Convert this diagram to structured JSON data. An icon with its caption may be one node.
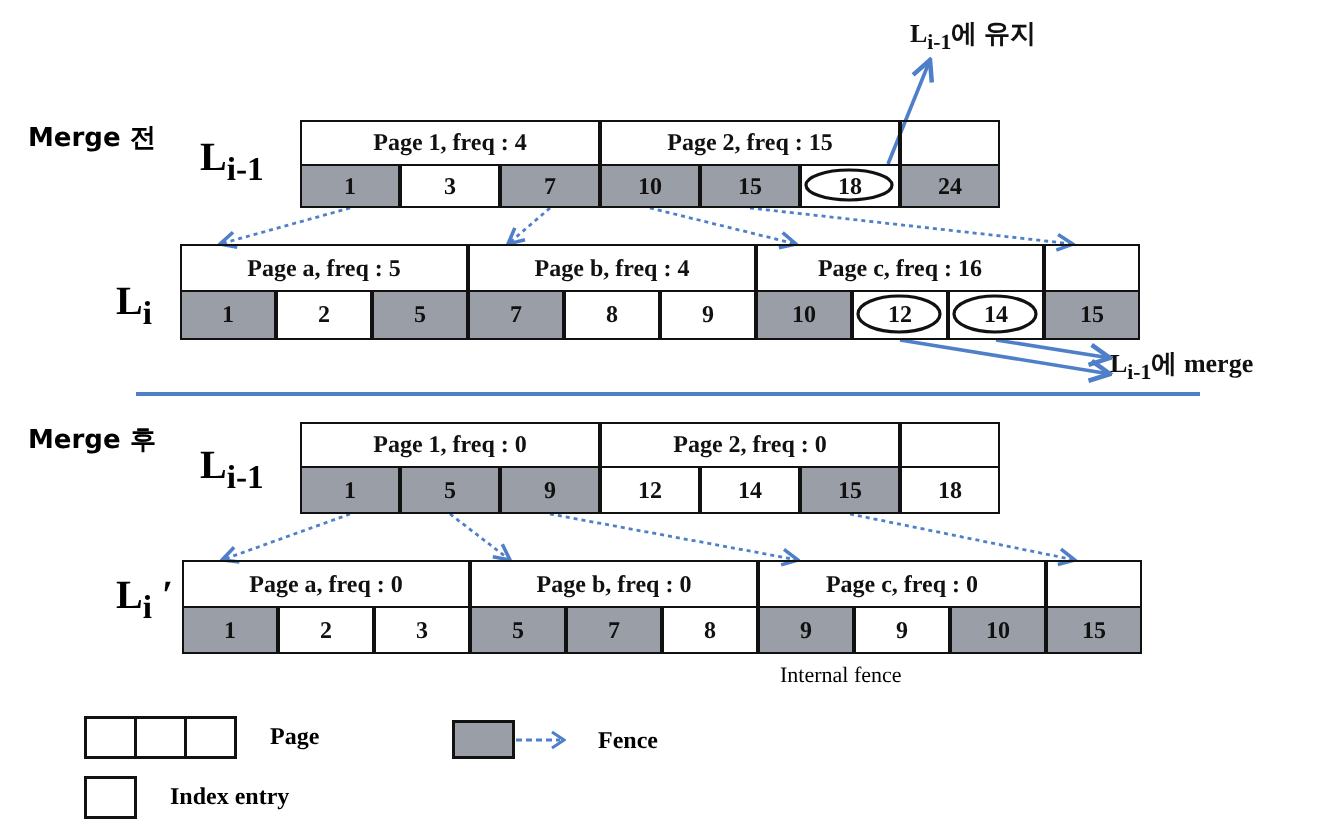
{
  "diagram": {
    "nodes": [
      {
        "text": [
          "L$_{i-1}$에 유지"
        ]
      },
      {
        "text": [
          "Page 1, freq : 4"
        ]
      },
      {
        "text": [
          "Page 2, freq : 15"
        ]
      },
      {
        "text": [],
        "shape": "box"
      },
      {
        "text": [
          "1"
        ]
      },
      {
        "text": [
          "3"
        ]
      },
      {
        "text": [
          "7"
        ]
      },
      {
        "text": [
          "10"
        ]
      },
      {
        "text": [
          "15"
        ]
      },
      {
        "text": [
          "18"
        ]
      },
      {
        "text": [
          "24"
        ]
      },
      {
        "text": [
          "Page a, freq : 5"
        ]
      },
      {
        "text": [
          "Page b, freq : 4"
        ]
      },
      {
        "text": [
          "Page c, freq : 16"
        ]
      },
      {
        "text": [],
        "shape": "box"
      },
      {
        "text": [
          "1"
        ]
      },
      {
        "text": [
          "2"
        ]
      },
      {
        "text": [
          "5"
        ]
      },
      {
        "text": [
          "7"
        ]
      },
      {
        "text": [
          "8"
        ]
      },
      {
        "text": [
          "9"
        ]
      },
      {
        "text": [
          "10"
        ]
      },
      {
        "text": [
          "12"
        ]
      },
      {
        "text": [
          "14"
        ]
      },
      {
        "text": [
          "15"
        ]
      },
      {
        "text": [
          "L$_{i-1}$에 merge"
        ]
      },
      {
        "text": [
          "Page 1, freq : 0"
        ]
      },
      {
        "text": [
          "Page 2, freq : 0"
        ]
      },
      {
        "text": [],
        "shape": "box"
      },
      {
        "text": [
          "1"
        ]
      },
      {
        "text": [
          "5"
        ]
      },
      {
        "text": [
          "9"
        ]
      },
      {
        "text": [
          "12"
        ]
      },
      {
        "text": [
          "14"
        ]
      },
      {
        "text": [
          "15"
        ]
      },
      {
        "text": [
          "18"
        ]
      },
      {
        "text": [
          "Page a, freq : 0"
        ]
      },
      {
        "text": [
          "Page b, freq : 0"
        ]
      },
      {
        "text": [
          "Page c, freq : 0"
        ]
      },
      {
        "text": [],
        "shape": "box"
      },
      {
        "text": [
          "1"
        ]
      },
      {
        "text": [
          "2"
        ]
      },
      {
        "text": [
          "3"
        ]
      },
      {
        "text": [
          "5"
        ]
      },
      {
        "text": [
          "7"
        ]
      },
      {
        "text": [
          "8"
        ]
      },
      {
        "text": [
          "9"
        ]
      },
      {
        "text": [
          "9"
        ]
      },
      {
        "text": [
          "10"
        ]
      },
      {
        "text": [
          "15"
        ]
      }
    ],
    "edges": [
      {
        "from": 9,
        "to": 0,
        "arrow": "to"
      },
      {
        "from": 4,
        "to": 11,
        "arrow": "to",
        "style": "dashed"
      },
      {
        "from": 6,
        "to": 12,
        "arrow": "to",
        "style": "dashed"
      },
      {
        "from": 7,
        "to": 13,
        "arrow": "to",
        "style": "dashed"
      },
      {
        "from": 8,
        "to": 14,
        "arrow": "to",
        "style": "dashed"
      },
      {
        "from": 22,
        "to": 25,
        "arrow": "to"
      },
      {
        "from": 23,
        "to": 25,
        "arrow": "to"
      },
      {
        "from": 29,
        "to": 36,
        "arrow": "to",
        "style": "dashed"
      },
      {
        "from": 30,
        "to": 37,
        "arrow": "to",
        "style": "dashed"
      },
      {
        "from": 31,
        "to": 38,
        "arrow": "to",
        "style": "dashed"
      },
      {
        "from": 34,
        "to": 39,
        "arrow": "to",
        "style": "dashed"
      }
    ],
    "labels": [
      "Merge 전",
      "L$_{i-1}$",
      "L$_{i}$",
      "Merge 후",
      "L$_{i-1}$",
      "L$_{i}$ ′",
      "Internal fence"
    ],
    "legend": [
      {
        "text": "Page"
      },
      {
        "text": "Fence"
      },
      {
        "text": "Index entry"
      }
    ]
  }
}
